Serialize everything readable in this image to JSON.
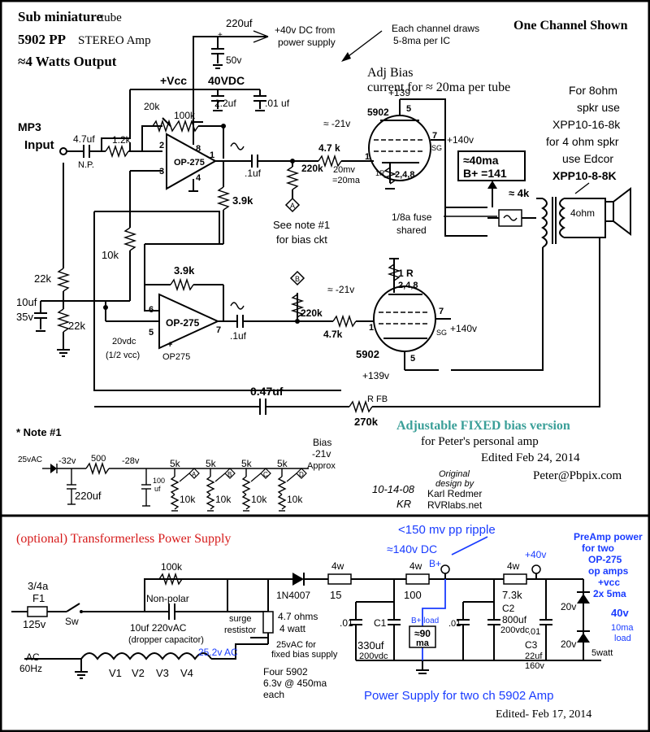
{
  "header": {
    "title_line1": "Sub miniature",
    "title_line1b": "tube",
    "title_line2": "5902 PP",
    "title_line2b": "STEREO Amp",
    "title_line3": "≈4 Watts Output",
    "channel_note": "One Channel Shown",
    "supply_note_1": "+40v DC from",
    "supply_note_2": "power supply",
    "draw_note_1": "Each channel draws",
    "draw_note_2": "5-8ma per IC"
  },
  "amp": {
    "vcc": "+Vcc",
    "v40": "40VDC",
    "cap_220uf": "220uf",
    "cap_50v": "50v",
    "cap_2_2uf": "2.2uf",
    "cap_01uf": ".01 uf",
    "adj_bias_1": "Adj Bias",
    "adj_bias_2": "current for ≈ 20ma per tube",
    "mp3": "MP3",
    "input": "Input",
    "c_in": "4.7uf",
    "np": "N.P.",
    "r_in": "1.2k",
    "r_20k": "20k",
    "r_100k": "100k",
    "opamp_top": "OP-275",
    "pin2": "2",
    "pin3": "3",
    "pin8": "8",
    "pin4": "4",
    "pin1": "1",
    "c_out_top": ".1uf",
    "r_220k_top": "220k",
    "bias_a": "A",
    "v_neg21_top": "≈ -21v",
    "r_47k_top": "4.7 k",
    "tube_top_b": "+139",
    "tube_top_name": "5902",
    "pin5_top": "5",
    "pin1_top": "1",
    "pin7_top": "7",
    "sg_top": "SG",
    "v140_top": "+140v",
    "mv20_1": "20mv",
    "mv20_2": "=20ma",
    "r1r_top": "1R",
    "pins248_top": "2,4,8",
    "ma40": "≈40ma",
    "b141": "B+ =141",
    "z4k": "≈ 4k",
    "ohm4": "4ohm",
    "spk_note_1": "For 8ohm",
    "spk_note_2": "spkr use",
    "spk_note_3": "XPP10-16-8k",
    "spk_note_4": "for 4 ohm spkr",
    "spk_note_5": "use Edcor",
    "spk_note_6": "XPP10-8-8K",
    "fuse_1": "1/8a fuse",
    "fuse_2": "shared",
    "r_39k_a": "3.9k",
    "see_note_1": "See note #1",
    "see_note_2": "for bias ckt",
    "r_10k": "10k",
    "r_22k_a": "22k",
    "r_22k_b": "22k",
    "c_10uf": "10uf",
    "c_35v": "35v",
    "r_39k_b": "3.9k",
    "pin6": "6",
    "pin5": "5",
    "pin7": "7",
    "opamp_bot": "OP-275",
    "opamp_bot_sub": "OP275",
    "v20dc": "20vdc",
    "half_vcc": "(1/2 vcc)",
    "c_out_bot": ".1uf",
    "bias_b": "B",
    "r_220k_bot": "220k",
    "v_neg21_bot": "≈ -21v",
    "r_47k_bot": "4.7k",
    "pins1r": "1 R",
    "pins248_bot": "2,4,8",
    "pin1_bot": "1",
    "pin7_bot": "7",
    "sg_bot": "SG",
    "v140_bot": "+140v",
    "pin5_bot": "5",
    "tube_bot_name": "5902",
    "tube_bot_b": "+139v",
    "c_047": "0.47uf",
    "r_fb_1": "R FB",
    "r_fb_2": "270k"
  },
  "note1": {
    "title": "* Note #1",
    "v25ac": "25vAC",
    "v32": "-32v",
    "r500": "500",
    "v28": "-28v",
    "c220": "220uf",
    "c100": "100",
    "c100b": "uf",
    "bias_1": "Bias",
    "bias_2": "-21v",
    "bias_3": "Approx",
    "pots": [
      "5k",
      "5k",
      "5k",
      "5k"
    ],
    "pot_letters": [
      "A",
      "B",
      "C",
      "D"
    ],
    "rs": [
      "10k",
      "10k",
      "10k",
      "10k"
    ]
  },
  "credits": {
    "fixed_bias": "Adjustable FIXED bias version",
    "peter_amp": "for Peter's personal amp",
    "edited": "Edited   Feb 24, 2014",
    "email": "Peter@Pbpix.com",
    "date_hand": "10-14-08",
    "sig": "KR",
    "orig_1": "Original",
    "orig_2": "design by",
    "orig_3": "Karl Redmer",
    "orig_4": "RVRlabs.net"
  },
  "psu": {
    "title": "(optional) Transformerless Power Supply",
    "ripple": "<150 mv pp ripple",
    "v140": "≈140v DC",
    "bplus": "B+",
    "fuse_a": "3/4a",
    "fuse_f": "F1",
    "v125": "125v",
    "sw": "Sw",
    "r100k": "100k",
    "non_polar": "Non-polar",
    "dropper_1": "10uf 220vAC",
    "dropper_2": "(dropper capacitor)",
    "diode": "1N4007",
    "w4_a": "4w",
    "r15": "15",
    "w4_b": "4w",
    "r100": "100",
    "w4_c": "4w",
    "r73k": "7.3k",
    "v40": "+40v",
    "preamp_1": "PreAmp power",
    "preamp_2": "for two",
    "preamp_3": "OP-275",
    "preamp_4": "op amps",
    "preamp_5": "+vcc",
    "preamp_6": "2x 5ma",
    "surge_1": "surge",
    "surge_2": "restistor",
    "ohms_1": "4.7 ohms",
    "ohms_2": "4 watt",
    "ac25": "25.2v AC",
    "ac25_note_1": "25vAC for",
    "ac25_note_2": "fixed bias supply",
    "tubes_1": "Four 5902",
    "tubes_2": "6.3v @ 450ma",
    "tubes_3": "each",
    "ac_1": "AC",
    "ac_2": "60Hz",
    "heaters": [
      "V1",
      "V2",
      "V3",
      "V4"
    ],
    "c01_a": ".01",
    "c1": "C1",
    "c1_val": "330uf",
    "c1_v": "200vdc",
    "bload": "B+ load",
    "ma90_1": "≈90",
    "ma90_2": "ma",
    "c01_b": ".01",
    "c2": "C2",
    "c2_val": "800uf",
    "c2_v": "200vdc",
    "c01_c": ".01",
    "c3": "C3",
    "c3_val": "22uf",
    "c3_v": "160v",
    "z20v_a": "20v",
    "z20v_b": "20v",
    "v40b": "40v",
    "ma10_1": "10ma",
    "ma10_2": "load",
    "watt5": "5watt",
    "footer": "Power Supply for two ch 5902 Amp",
    "edited": "Edited- Feb 17, 2014"
  }
}
